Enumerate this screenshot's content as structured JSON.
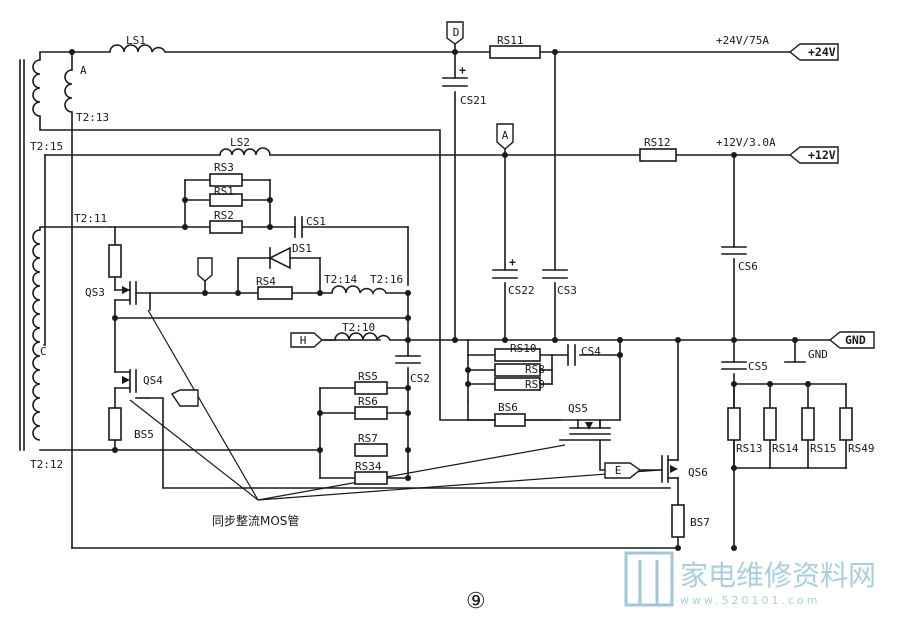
{
  "outputs": {
    "v24_rating": "+24V/75A",
    "v24_tag": "+24V",
    "v12_rating": "+12V/3.0A",
    "v12_tag": "+12V",
    "gnd_tag": "GND",
    "gnd_label": "GND"
  },
  "connectors": {
    "d": "D",
    "a": "A",
    "h": "H",
    "e": "E"
  },
  "transformer": {
    "node_a": "A",
    "node_c": "C",
    "pin_13": "T2:13",
    "pin_15": "T2:15",
    "pin_11": "T2:11",
    "pin_12": "T2:12",
    "pin_14": "T2:14",
    "pin_16": "T2:16",
    "pin_10": "T2:10"
  },
  "inductors": {
    "ls1": "LS1",
    "ls2": "LS2"
  },
  "resistors": {
    "rs11": "RS11",
    "rs12": "RS12",
    "rs3": "RS3",
    "rs1": "RS1",
    "rs2": "RS2",
    "rs4": "RS4",
    "rs5": "RS5",
    "rs6": "RS6",
    "rs7": "RS7",
    "rs34": "RS34",
    "rs10": "RS10",
    "rs8": "RS8",
    "rs9": "RS9",
    "bs6": "BS6",
    "rs13": "RS13",
    "rs14": "RS14",
    "rs15": "RS15",
    "rs49": "RS49",
    "bs5": "BS5",
    "bs7": "BS7"
  },
  "capacitors": {
    "cs21": "CS21",
    "cs1": "CS1",
    "cs22": "CS22",
    "cs3": "CS3",
    "cs6": "CS6",
    "cs5": "CS5",
    "cs4": "CS4",
    "cs2": "CS2"
  },
  "diodes": {
    "ds1": "DS1"
  },
  "transistors": {
    "qs3": "QS3",
    "qs4": "QS4",
    "qs5": "QS5",
    "qs6": "QS6"
  },
  "annotation": "同步整流MOS管",
  "figure_number": "⑨",
  "watermark": {
    "name": "家电维修资料网",
    "url": "www.520101.com"
  },
  "colors": {
    "ink": "#1a1a1a",
    "watermark": "#a9cfdf"
  }
}
